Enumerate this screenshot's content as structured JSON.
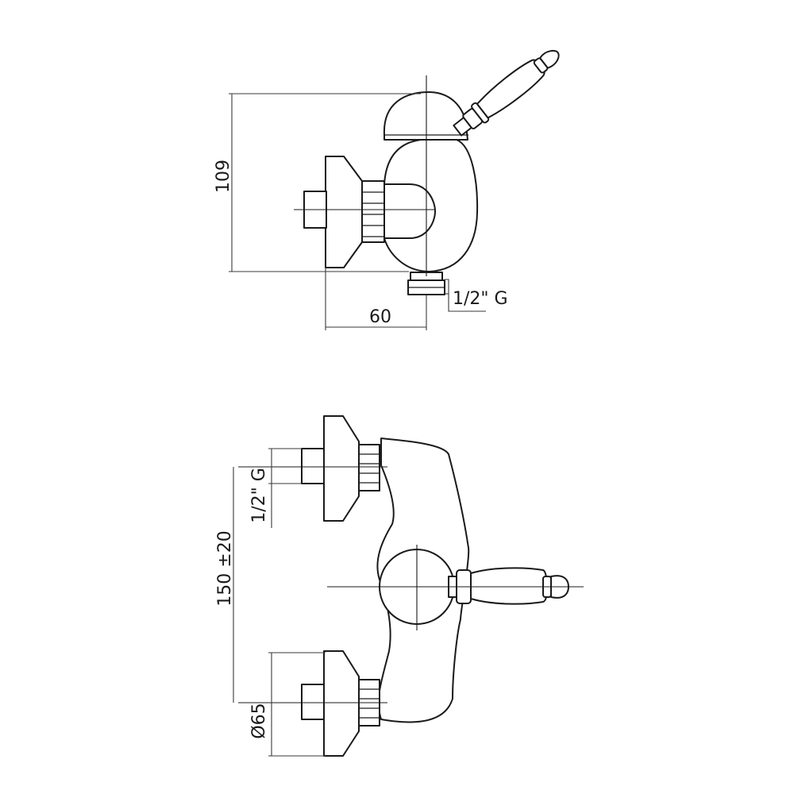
{
  "side_view": {
    "height_dim": "109",
    "depth_dim": "60",
    "thread_dim": "1/2\" G"
  },
  "front_view": {
    "thread_dim": "1/2\" G",
    "spacing_dim": "150 ±20",
    "flange_dim": "Ø65"
  }
}
